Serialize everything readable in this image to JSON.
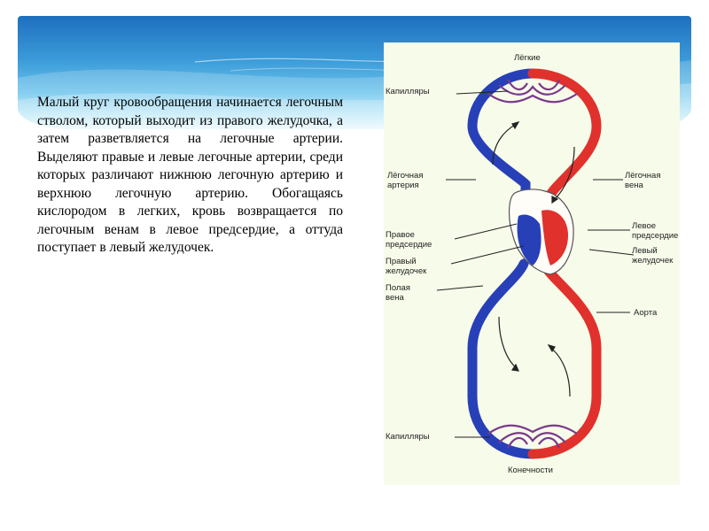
{
  "text": "Малый круг кровообращения начинается легочным стволом, который выходит из правого желудочка, а затем разветвляется на легочные артерии. Выделяют правые и левые легочные артерии, среди которых различают нижнюю легочную артерию и верхнюю легочную артерию. Обогащаясь кислородом в легких, кровь возвращается по легочным венам в левое предсердие, а оттуда поступает в левый желудочек.",
  "diagram": {
    "labels": {
      "lungs": "Лёгкие",
      "capillaries_top": "Капилляры",
      "pulmonary_artery": "Лёгочная\nартерия",
      "pulmonary_vein": "Лёгочная\nвена",
      "right_atrium": "Правое\nпредсердие",
      "left_atrium": "Левое\nпредсердие",
      "right_ventricle": "Правый\nжелудочек",
      "left_ventricle": "Левый\nжелудочек",
      "vena_cava": "Полая\nвена",
      "aorta": "Аорта",
      "capillaries_bottom": "Капилляры",
      "limbs": "Конечности"
    },
    "colors": {
      "arterial": "#e0312d",
      "venous": "#2740b8",
      "capillary": "#7a3a8c",
      "background": "#f7fbe9"
    }
  }
}
